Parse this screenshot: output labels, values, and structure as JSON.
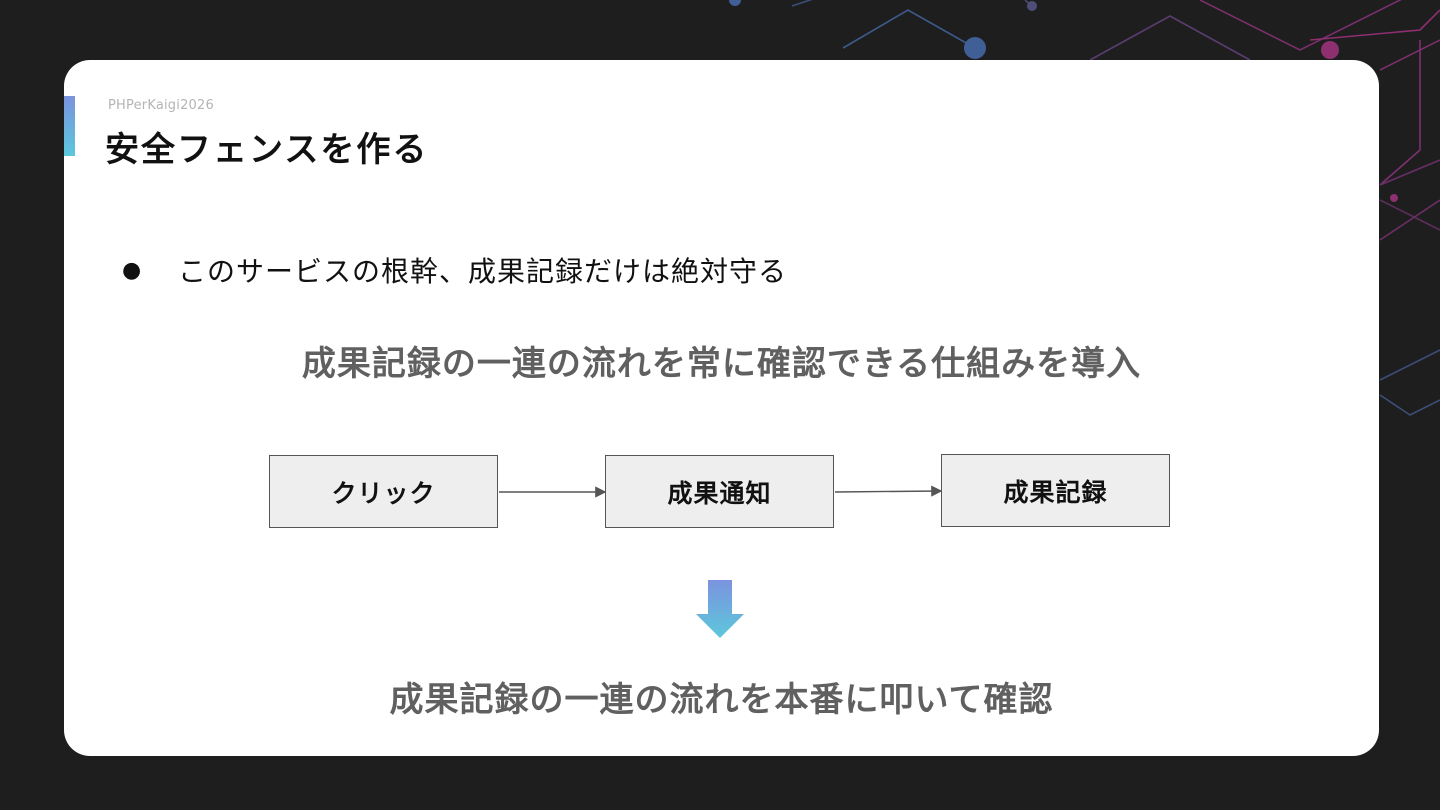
{
  "slide": {
    "brand": "PHPerKaigi2026",
    "title": "安全フェンスを作る",
    "bullet_marker": "●",
    "bullet": "このサービスの根幹、成果記録だけは絶対守る",
    "headline_top": "成果記録の一連の流れを常に確認できる仕組みを導入",
    "headline_bottom": "成果記録の一連の流れを本番に叩いて確認"
  },
  "flow": {
    "steps": [
      "クリック",
      "成果通知",
      "成果記録"
    ]
  },
  "colors": {
    "background": "#1e1e1f",
    "card": "#ffffff",
    "accent_gradient_top": "#7b93de",
    "accent_gradient_bottom": "#5cc8dc",
    "headline": "#606060",
    "box_fill": "#eeeeee",
    "box_border": "#555555"
  },
  "icons": {
    "down_arrow": "arrow-down-icon"
  }
}
